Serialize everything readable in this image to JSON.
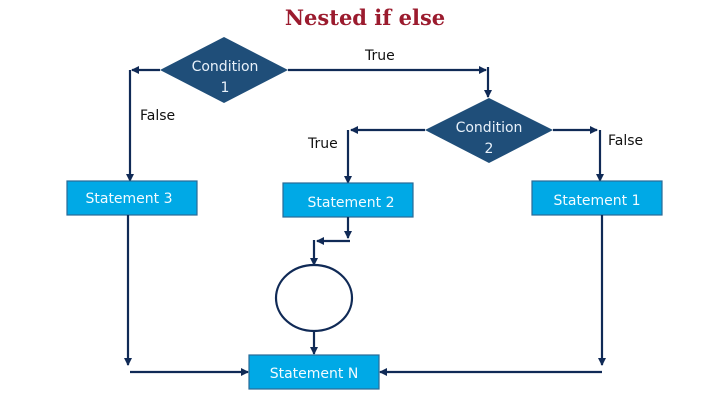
{
  "title": "Nested if else",
  "condition1": {
    "line1": "Condition",
    "line2": "1"
  },
  "condition2": {
    "line1": "Condition",
    "line2": "2"
  },
  "labels": {
    "c1_true": "True",
    "c1_false": "False",
    "c2_true": "True",
    "c2_false": "False"
  },
  "statements": {
    "s1": "Statement 1",
    "s2": "Statement 2",
    "s3": "Statement 3",
    "sn": "Statement N"
  },
  "colors": {
    "title": "#9b1b2e",
    "box": "#00a9e6",
    "diamond": "#1f4e79",
    "line": "#102a56"
  }
}
